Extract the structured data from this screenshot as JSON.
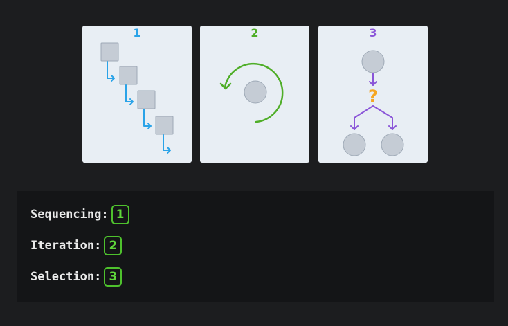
{
  "cards": [
    {
      "number": "1",
      "color": "#2aa3e8",
      "icon": "sequence-steps-icon"
    },
    {
      "number": "2",
      "color": "#4fae28",
      "icon": "loop-arrow-icon"
    },
    {
      "number": "3",
      "color": "#8a55d8",
      "icon": "branch-decision-icon",
      "decision_symbol": "?",
      "decision_color": "#f5a623"
    }
  ],
  "answers": [
    {
      "label": "Sequencing:",
      "value": "1"
    },
    {
      "label": "Iteration:",
      "value": "2"
    },
    {
      "label": "Selection:",
      "value": "3"
    }
  ],
  "colors": {
    "background": "#1c1d1f",
    "card": "#e8eef4",
    "shape": "#c5ccd5",
    "badge": "#4ec12d"
  }
}
